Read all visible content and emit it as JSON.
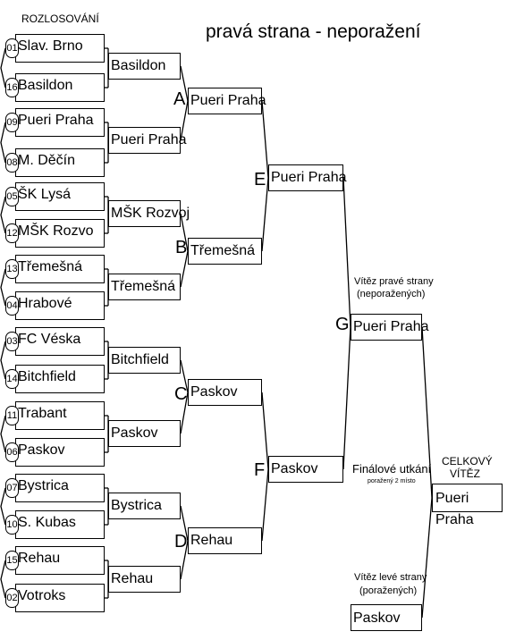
{
  "header": {
    "draw_label": "ROZLOSOVÁNÍ",
    "title": "pravá strana - neporažení"
  },
  "round1": [
    {
      "seed": "01",
      "team": "Slav. Brno"
    },
    {
      "seed": "16",
      "team": "Basildon"
    },
    {
      "seed": "09",
      "team": "Pueri Praha"
    },
    {
      "seed": "08",
      "team": "M. Děčín"
    },
    {
      "seed": "05",
      "team": "ŠK Lysá"
    },
    {
      "seed": "12",
      "team": "MŠK Rozvo"
    },
    {
      "seed": "13",
      "team": "Třemešná"
    },
    {
      "seed": "04",
      "team": "Hrabové"
    },
    {
      "seed": "03",
      "team": "FC Véska"
    },
    {
      "seed": "14",
      "team": "Bitchfield"
    },
    {
      "seed": "11",
      "team": "Trabant"
    },
    {
      "seed": "06",
      "team": "Paskov"
    },
    {
      "seed": "07",
      "team": "Bystrica"
    },
    {
      "seed": "10",
      "team": "S. Kubas"
    },
    {
      "seed": "15",
      "team": "Rehau"
    },
    {
      "seed": "02",
      "team": "Votroks"
    }
  ],
  "round2": [
    "Basildon",
    "Pueri Praha",
    "MŠK Rozvoj",
    "Třemešná",
    "Bitchfield",
    "Paskov",
    "Bystrica",
    "Rehau"
  ],
  "round3": [
    {
      "letter": "A",
      "team": "Pueri Praha"
    },
    {
      "letter": "B",
      "team": "Třemešná"
    },
    {
      "letter": "C",
      "team": "Paskov"
    },
    {
      "letter": "D",
      "team": "Rehau"
    }
  ],
  "round4": [
    {
      "letter": "E",
      "team": "Pueri Praha"
    },
    {
      "letter": "F",
      "team": "Paskov"
    }
  ],
  "round5": {
    "letter": "G",
    "team": "Pueri Praha"
  },
  "right_side": {
    "label_line1": "Vítěz pravé strany",
    "label_line2": "(neporažených)"
  },
  "final": {
    "label": "Finálové utkání",
    "sublabel": "poražený 2 místo"
  },
  "left_side": {
    "label_line1": "Vítěz levé strany",
    "label_line2": "(poražených)",
    "team": "Paskov"
  },
  "champion": {
    "label_line1": "CELKOVÝ",
    "label_line2": "VÍTĚZ",
    "team_line1": "Pueri",
    "team_line2": "Praha"
  }
}
